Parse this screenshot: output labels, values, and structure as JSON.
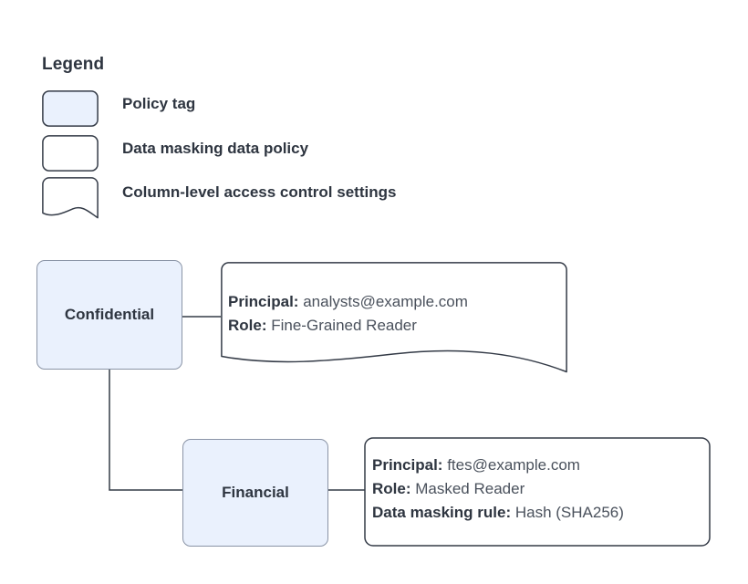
{
  "legend": {
    "title": "Legend",
    "items": [
      {
        "label": "Policy tag",
        "swatch": "filled-rounded-rect",
        "fill": "#eaf1fd"
      },
      {
        "label": "Data masking data policy",
        "swatch": "rounded-rect",
        "fill": "#ffffff"
      },
      {
        "label": "Column-level access control settings",
        "swatch": "wavy-bottom-rect",
        "fill": "#ffffff"
      }
    ]
  },
  "diagram": {
    "nodes": [
      {
        "id": "confidential",
        "label": "Confidential",
        "fill": "#eaf1fd",
        "stroke": "#8a94a6"
      },
      {
        "id": "financial",
        "label": "Financial",
        "fill": "#eaf1fd",
        "stroke": "#8a94a6"
      }
    ],
    "callouts": [
      {
        "id": "confidential-policy",
        "shape": "wavy-bottom-rect",
        "lines": [
          {
            "key": "Principal:",
            "value": "analysts@example.com"
          },
          {
            "key": "Role:",
            "value": "Fine-Grained Reader"
          }
        ]
      },
      {
        "id": "financial-policy",
        "shape": "rounded-rect",
        "lines": [
          {
            "key": "Principal:",
            "value": "ftes@example.com"
          },
          {
            "key": "Role:",
            "value": "Masked Reader"
          },
          {
            "key": "Data masking rule:",
            "value": "Hash (SHA256)"
          }
        ]
      }
    ],
    "connectors": [
      {
        "id": "confidential-to-callout",
        "from": "confidential",
        "to": "confidential-policy",
        "style": "straight"
      },
      {
        "id": "confidential-to-financial",
        "from": "confidential",
        "to": "financial",
        "style": "elbow"
      },
      {
        "id": "financial-to-callout",
        "from": "financial",
        "to": "financial-policy",
        "style": "straight"
      }
    ]
  },
  "colors": {
    "node_fill": "#eaf1fd",
    "stroke": "#8a94a6",
    "callout_stroke": "#343b47",
    "text": "#2e3540",
    "text_value": "#4a515c",
    "background": "#ffffff"
  }
}
